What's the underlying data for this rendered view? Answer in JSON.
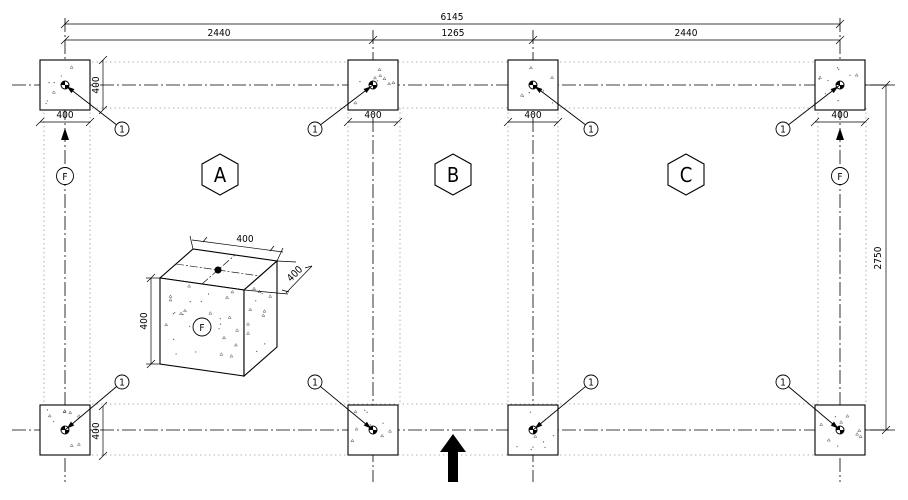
{
  "dimensions": {
    "total_width": "6145",
    "span_left": "2440",
    "span_middle": "1265",
    "span_right": "2440",
    "footing_size": "400",
    "total_depth": "2750"
  },
  "markers": {
    "callout": "1",
    "foundation": "F",
    "bay_a": "A",
    "bay_b": "B",
    "bay_c": "C"
  },
  "detail": {
    "top_width": "400",
    "top_depth": "400",
    "height": "400",
    "label": "F"
  },
  "colors": {
    "line": "#000000",
    "hidden": "#9a9a9a",
    "background": "#ffffff"
  },
  "icons": {
    "entrance": "arrow-up-icon"
  }
}
